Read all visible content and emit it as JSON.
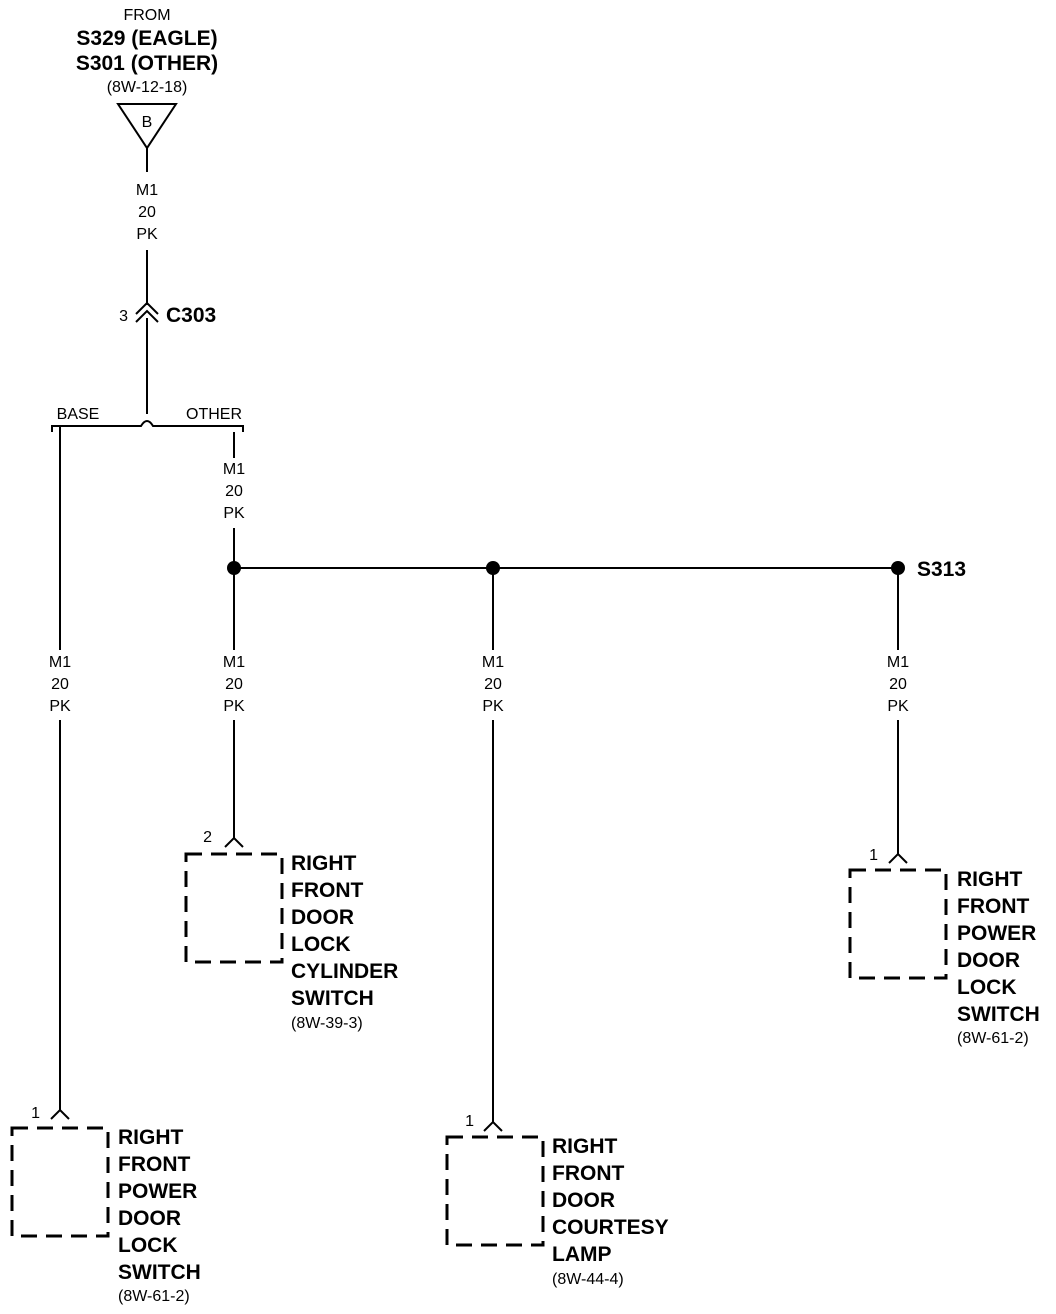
{
  "source": {
    "from_label": "FROM",
    "line1": "S329 (EAGLE)",
    "line2": "S301 (OTHER)",
    "ref": "(8W-12-18)",
    "triangle_label": "B"
  },
  "wire_code": {
    "circuit": "M1",
    "gauge": "20",
    "color": "PK"
  },
  "connector": {
    "pin": "3",
    "name": "C303"
  },
  "branch": {
    "left": "BASE",
    "right": "OTHER"
  },
  "splice": {
    "name": "S313"
  },
  "components": [
    {
      "pin": "2",
      "lines": [
        "RIGHT",
        "FRONT",
        "DOOR",
        "LOCK",
        "CYLINDER",
        "SWITCH"
      ],
      "ref": "(8W-39-3)"
    },
    {
      "pin": "1",
      "lines": [
        "RIGHT",
        "FRONT",
        "POWER",
        "DOOR",
        "LOCK",
        "SWITCH"
      ],
      "ref": "(8W-61-2)"
    },
    {
      "pin": "1",
      "lines": [
        "RIGHT",
        "FRONT",
        "POWER",
        "DOOR",
        "LOCK",
        "SWITCH"
      ],
      "ref": "(8W-61-2)"
    },
    {
      "pin": "1",
      "lines": [
        "RIGHT",
        "FRONT",
        "DOOR",
        "COURTESY",
        "LAMP"
      ],
      "ref": "(8W-44-4)"
    }
  ]
}
